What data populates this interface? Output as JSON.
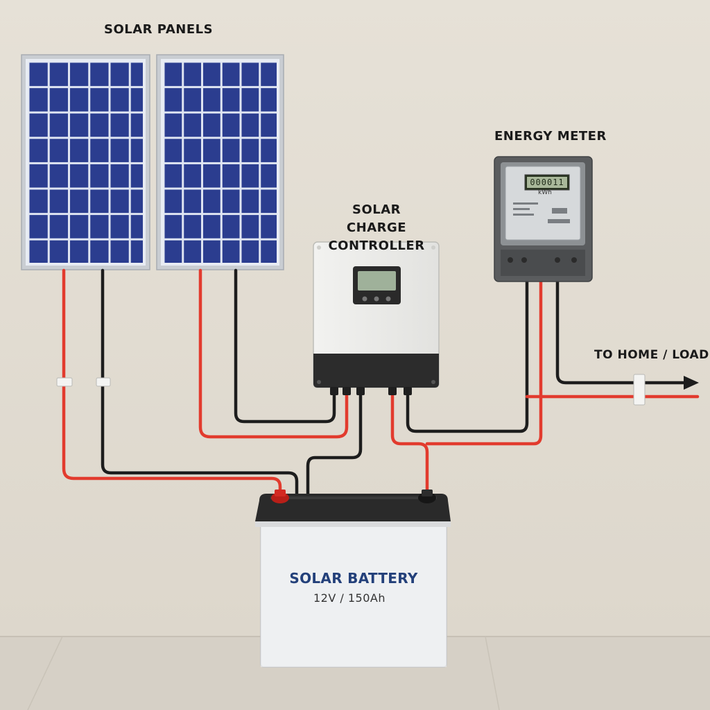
{
  "labels": {
    "solar_panels": "SOLAR PANELS",
    "charge_controller": "SOLAR CHARGE CONTROLLER",
    "energy_meter": "ENERGY METER",
    "to_load": "TO HOME / LOAD"
  },
  "meter": {
    "reading": "000011",
    "unit": "kWh"
  },
  "battery": {
    "name": "SOLAR BATTERY",
    "spec": "12V / 150Ah"
  },
  "colors": {
    "wall": "#e4ded4",
    "floor": "#d6d0c6",
    "positive_wire": "#e23b2e",
    "negative_wire": "#1d1d1d",
    "panel_cell": "#2b3d8f",
    "panel_frame": "#c9cdd2",
    "battery_label": "#23407a"
  }
}
